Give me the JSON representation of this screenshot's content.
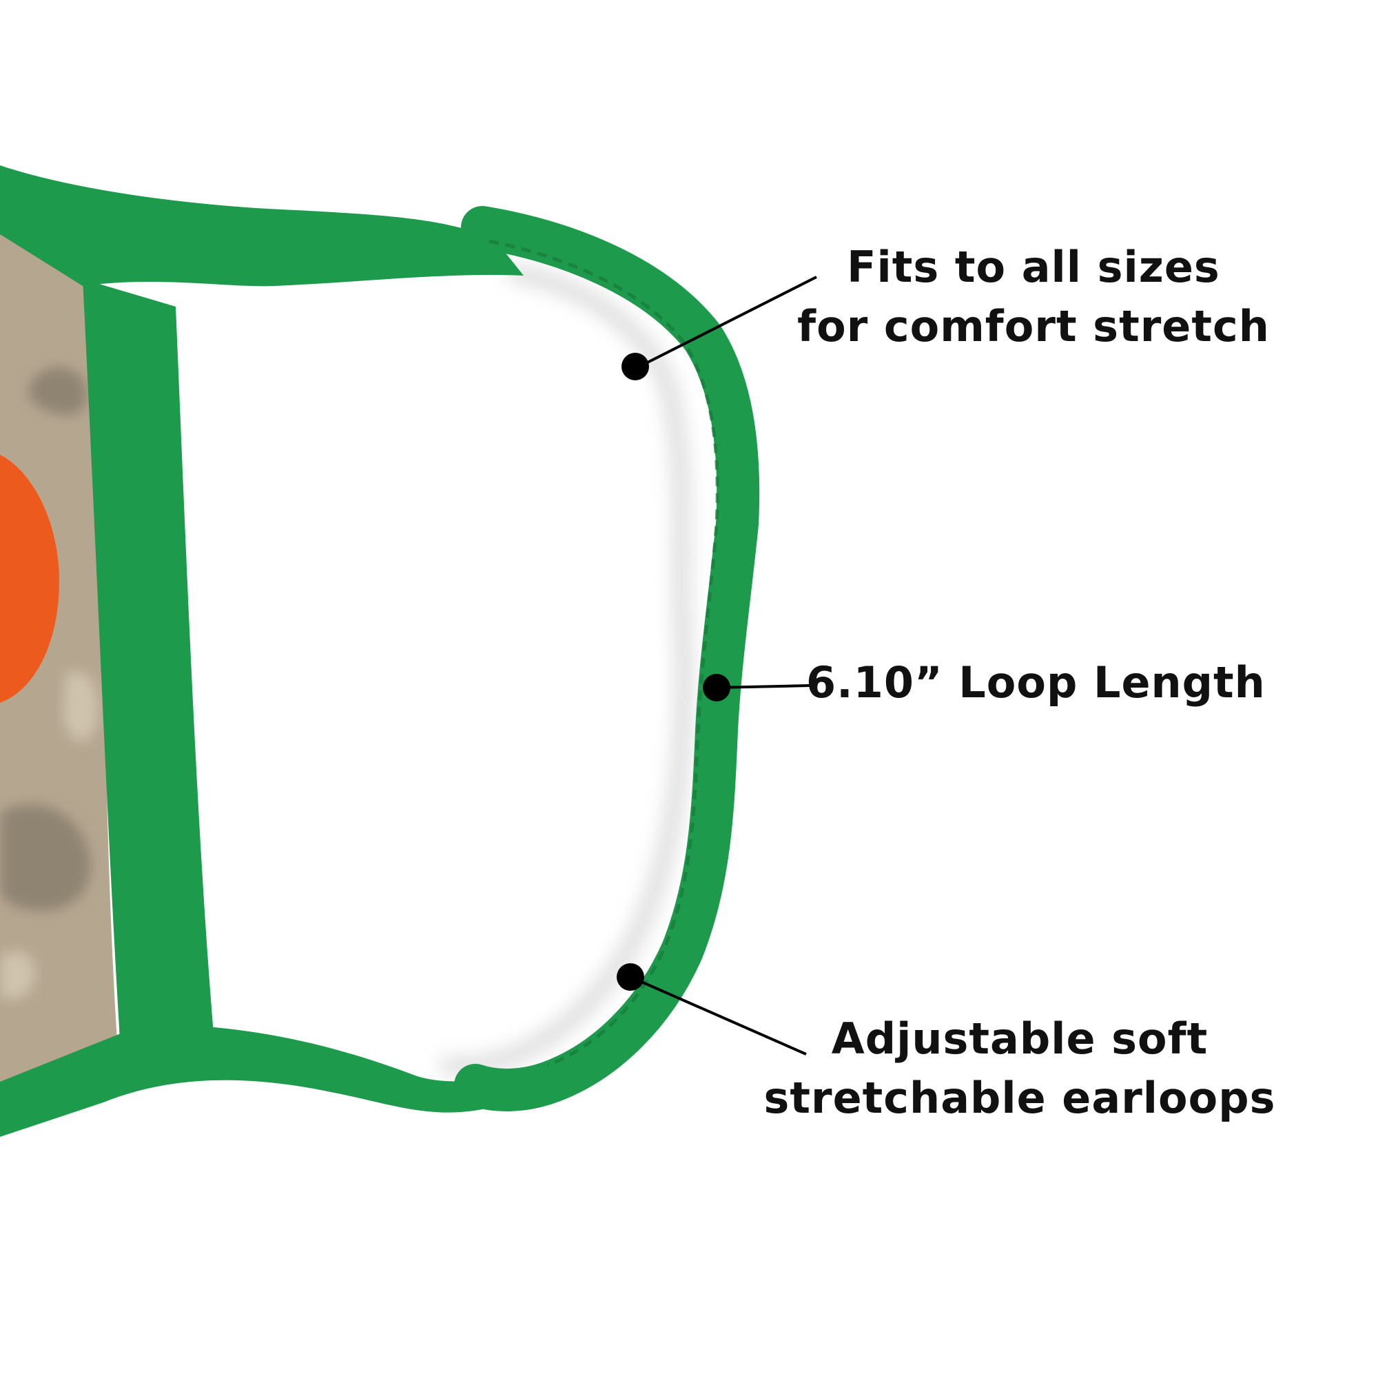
{
  "colors": {
    "background": "#ffffff",
    "band_green": "#1e9a4c",
    "band_green_dark": "#167a3b",
    "fabric_tan": "#b5a690",
    "fabric_camo_dark": "#8f8472",
    "fabric_camo_light": "#cfc3ad",
    "accent_orange": "#ec5a1e",
    "text": "#111111",
    "leader": "#000000"
  },
  "callouts": {
    "fit": {
      "line1": "Fits to all sizes",
      "line2": "for comfort stretch"
    },
    "loop": {
      "line1": "6.10” Loop Length"
    },
    "adjust": {
      "line1": "Adjustable soft",
      "line2": "stretchable earloops"
    }
  },
  "icons": {
    "mask": "face-mask-earloop-illustration",
    "marker": "black-dot-marker"
  }
}
